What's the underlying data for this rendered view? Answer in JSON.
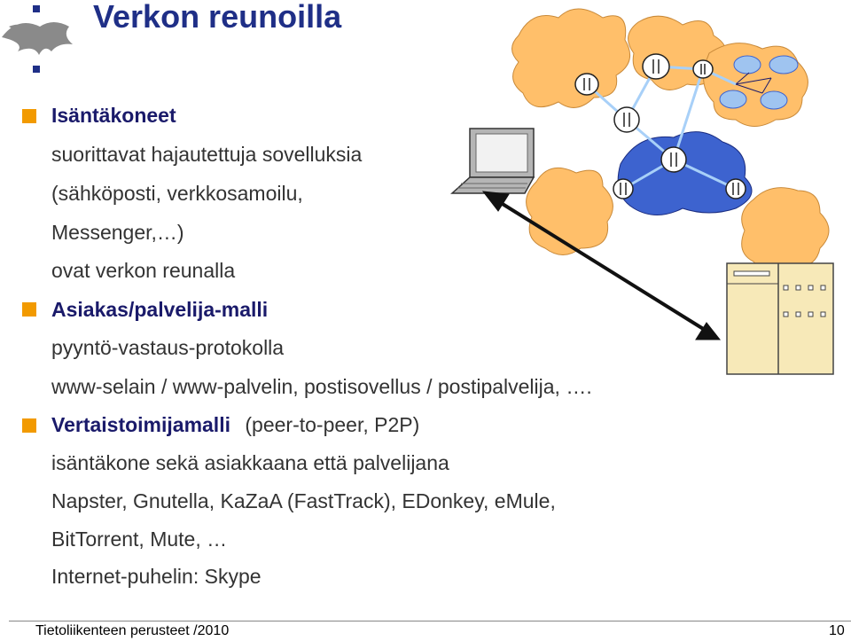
{
  "title": "Verkon reunoilla",
  "sections": [
    {
      "heading": "Isäntäkoneet",
      "lines": [
        "suorittavat hajautettuja sovelluksia",
        "(sähköposti, verkkosamoilu,",
        "Messenger,…)",
        "ovat verkon reunalla"
      ]
    },
    {
      "heading": "Asiakas/palvelija-malli",
      "lines": [
        "pyyntö-vastaus-protokolla",
        "www-selain / www-palvelin, postisovellus / postipalvelija, …."
      ]
    },
    {
      "heading": "Vertaistoimijamalli",
      "heading_suffix": "(peer-to-peer, P2P)",
      "lines": [
        "isäntäkone sekä asiakkaana että palvelijana",
        "Napster, Gnutella, KaZaA (FastTrack), EDonkey, eMule,",
        "BitTorrent, Mute, …",
        "Internet-puhelin: Skype"
      ]
    }
  ],
  "footer": {
    "course": "Tietoliikenteen perusteet /2010",
    "page": "10"
  },
  "colors": {
    "title": "#1f2f87",
    "bullet": "#f29a00",
    "cloud": "#ffbf6a",
    "network": "#3d63cf",
    "small_cloud": "#9fc4f0"
  }
}
